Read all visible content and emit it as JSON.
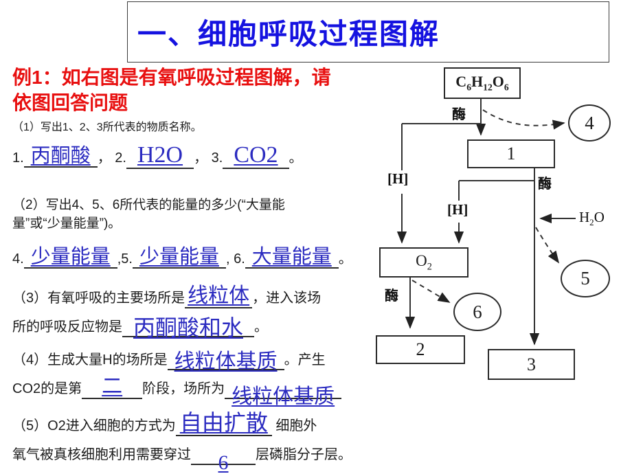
{
  "colors": {
    "title_blue": "#1512e0",
    "answer_blue": "#2b2bc0",
    "heading_red": "#e81010",
    "ink": "#1c1c1c",
    "diagram_line": "#333333"
  },
  "title": "一、细胞呼吸过程图解",
  "example": {
    "heading_line1": "例1：如右图是有氧呼吸过程图解，请",
    "heading_line2": "依图回答问题"
  },
  "q1": {
    "prompt": "（1）写出1、2、3所代表的物质名称。",
    "n1": "1.",
    "a1": "丙酮酸",
    "s1": "，",
    "n2": "2.",
    "a2": "H2O",
    "s2": "，",
    "n3": "3.",
    "a3": "CO2",
    "s3": "。"
  },
  "q2": {
    "prompt_line1": "（2）写出4、5、6所代表的能量的多少(“大量能",
    "prompt_line2": "量”或“少量能量”)。",
    "n4": "4.",
    "a4": "少量能量",
    "s4": ",",
    "n5": "5.",
    "a5": "少量能量",
    "s5": ",",
    "n6": "6.",
    "a6": "大量能量",
    "s6": "。"
  },
  "q3": {
    "t1": "（3）有氧呼吸的主要场所是",
    "a1": "线粒体",
    "t2a": "，进入该场",
    "t2b": "所的呼吸反应物是",
    "a2": "丙酮酸和水",
    "t3": "。"
  },
  "q4": {
    "t1": "（4）生成大量H的场所是",
    "a1": "线粒体基质",
    "t2a": "。产生",
    "t2b": "CO2的是第",
    "a2": "二",
    "t3": "阶段，场所为",
    "a3": "线粒体基质"
  },
  "q5": {
    "t1": "（5）O2进入细胞的方式为",
    "a1": "自由扩散",
    "t2a": "细胞外",
    "t2b": "氧气被真核细胞利用需要穿过",
    "a2": "6",
    "t3": "层磷脂分子层。"
  },
  "diagram": {
    "glucose": {
      "p1": "C",
      "s1": "6",
      "p2": "H",
      "s2": "12",
      "p3": "O",
      "s3": "6"
    },
    "enzyme": "酶",
    "h_carrier": "[H]",
    "h2o": {
      "p1": "H",
      "s1": "2",
      "p2": "O"
    },
    "o2": {
      "p1": "O",
      "s1": "2"
    },
    "box1": "1",
    "box2": "2",
    "box3": "3",
    "circle4": "4",
    "circle5": "5",
    "circle6": "6"
  }
}
